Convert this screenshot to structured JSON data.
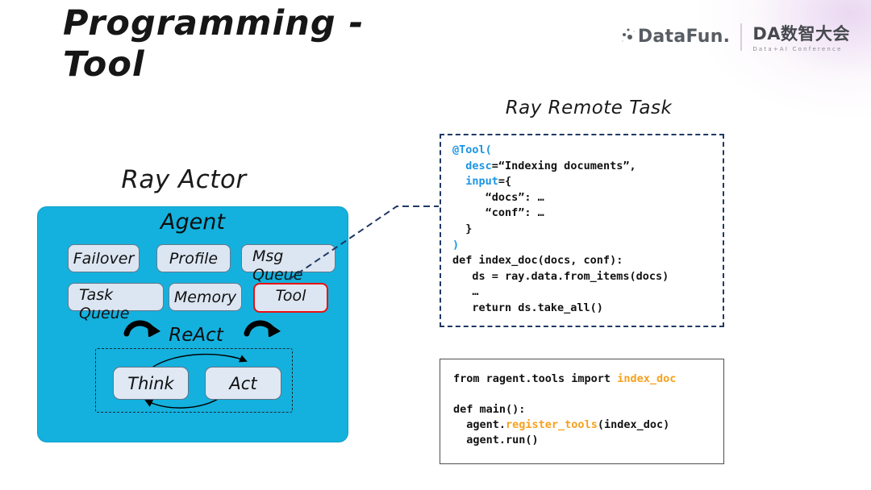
{
  "slide": {
    "title": "Programming -\nTool"
  },
  "logos": {
    "datafun_text": "DataFun.",
    "da_title": "DA数智大会",
    "da_subtitle": "Data+AI Conference"
  },
  "diagram": {
    "title": "Ray Actor",
    "agent_label": "Agent",
    "boxes": {
      "failover": "Failover",
      "profile": "Profile",
      "msg_queue": "Msg Queue",
      "task_queue": "Task Queue",
      "memory": "Memory",
      "tool": "Tool",
      "think": "Think",
      "act": "Act"
    },
    "react_label": "ReAct"
  },
  "remote_task": {
    "title": "Ray Remote Task"
  },
  "code_blocks": {
    "tool_def": {
      "lines": [
        [
          [
            "@Tool(",
            "b"
          ]
        ],
        [
          [
            "  "
          ],
          [
            "desc",
            "b"
          ],
          [
            "=“Indexing documents”,"
          ]
        ],
        [
          [
            "  "
          ],
          [
            "input",
            "b"
          ],
          [
            "={"
          ]
        ],
        [
          [
            "     “docs”: …"
          ]
        ],
        [
          [
            "     “conf”: …"
          ]
        ],
        [
          [
            "  }"
          ]
        ],
        [
          [
            ")",
            "b"
          ]
        ],
        [
          [
            "def index_doc(docs, conf):"
          ]
        ],
        [
          [
            "   ds = ray.data.from_items(docs)"
          ]
        ],
        [
          [
            "   …"
          ]
        ],
        [
          [
            "   return ds.take_all()"
          ]
        ]
      ]
    },
    "main_code": {
      "lines": [
        [
          [
            "from ragent.tools import "
          ],
          [
            "index_doc",
            "o"
          ]
        ],
        [],
        [
          [
            "def main():"
          ]
        ],
        [
          [
            "  agent."
          ],
          [
            "register_tools",
            "o"
          ],
          [
            "(index_doc)"
          ]
        ],
        [
          [
            "  agent.run()"
          ]
        ]
      ]
    }
  },
  "colors": {
    "agent_cyan": "#14b1de",
    "mini_box_fill": "#dce6f2",
    "tool_border_red": "#ea1111",
    "dashed_navy": "#1f3864",
    "keyword_blue": "#1b96e3",
    "accent_orange": "#f7a11c"
  }
}
